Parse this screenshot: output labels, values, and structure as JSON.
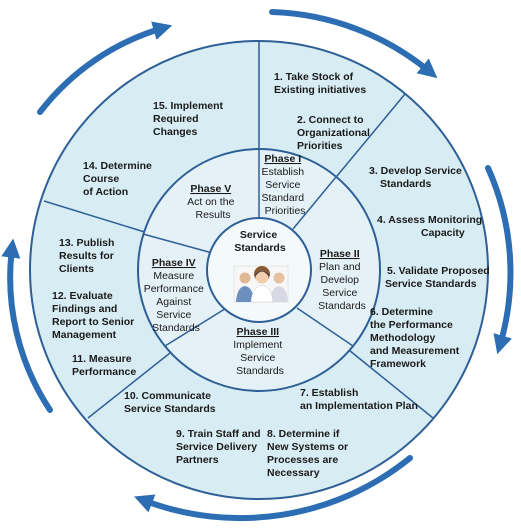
{
  "center": {
    "lines": [
      "Service",
      "Standards"
    ]
  },
  "phases": [
    {
      "title": "Phase I",
      "lines": [
        "Establish",
        "Service",
        "Standard",
        "Priorities"
      ]
    },
    {
      "title": "Phase II",
      "lines": [
        "Plan and",
        "Develop",
        "Service",
        "Standards"
      ]
    },
    {
      "title": "Phase III",
      "lines": [
        "Implement",
        "Service",
        "Standards"
      ]
    },
    {
      "title": "Phase IV",
      "lines": [
        "Measure",
        "Performance",
        "Against",
        "Service",
        "Standards"
      ]
    },
    {
      "title": "Phase V",
      "lines": [
        "Act on the",
        "Results"
      ]
    }
  ],
  "steps": [
    {
      "lines": [
        "1. Take Stock of",
        "Existing initiatives"
      ]
    },
    {
      "lines": [
        "2. Connect to",
        "Organizational",
        "Priorities"
      ]
    },
    {
      "lines": [
        "3.  Develop Service",
        "Standards"
      ]
    },
    {
      "lines": [
        "4. Assess Monitoring",
        "Capacity"
      ]
    },
    {
      "lines": [
        "5. Validate Proposed",
        "Service Standards"
      ]
    },
    {
      "lines": [
        "6. Determine",
        "the Performance",
        "Methodology",
        "and Measurement",
        "Framework"
      ]
    },
    {
      "lines": [
        "7. Establish",
        "an Implementation Plan"
      ]
    },
    {
      "lines": [
        "8. Determine if",
        "New Systems or",
        "Processes are",
        "Necessary"
      ]
    },
    {
      "lines": [
        "9. Train Staff and",
        "Service Delivery",
        "Partners"
      ]
    },
    {
      "lines": [
        "10. Communicate",
        "Service Standards"
      ]
    },
    {
      "lines": [
        "11. Measure",
        "Performance"
      ]
    },
    {
      "lines": [
        "12. Evaluate",
        "Findings and",
        "Report to Senior",
        "Management"
      ]
    },
    {
      "lines": [
        "13. Publish",
        "Results for",
        "Clients"
      ]
    },
    {
      "lines": [
        "14. Determine",
        "Course",
        "of Action"
      ]
    },
    {
      "lines": [
        "15. Implement",
        "Required",
        "Changes"
      ]
    }
  ],
  "colors": {
    "ring_fill": "#d7ecf3",
    "ring_stroke": "#2e5f96",
    "inner_fill": "#e4f2f7",
    "center_fill": "#f4fafc",
    "arrow": "#2c6db3"
  }
}
